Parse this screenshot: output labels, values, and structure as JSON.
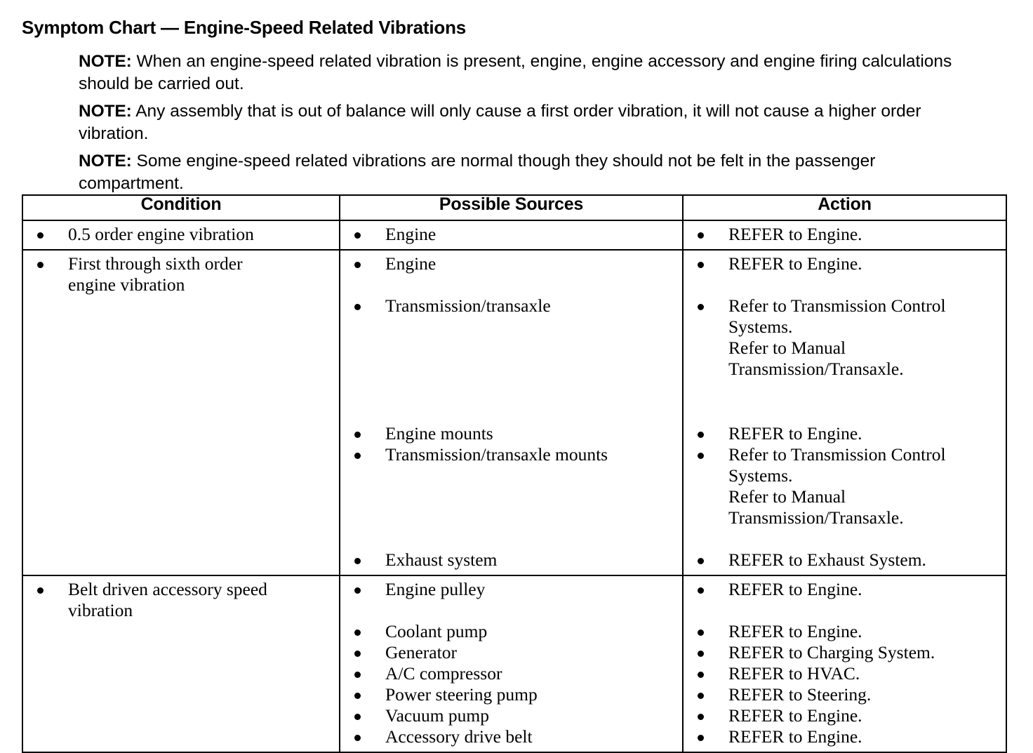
{
  "title": "Symptom Chart — Engine-Speed Related Vibrations",
  "notes": [
    {
      "label": "NOTE:",
      "text": "When an engine-speed related vibration is present, engine, engine accessory and engine firing calculations should be carried out."
    },
    {
      "label": "NOTE:",
      "text": "Any assembly that is out of balance will only cause a first order vibration, it will not cause a higher order vibration."
    },
    {
      "label": "NOTE:",
      "text": "Some engine-speed related vibrations are normal though they should not be felt in the passenger compartment."
    }
  ],
  "table": {
    "headers": {
      "condition": "Condition",
      "sources": "Possible Sources",
      "action": "Action"
    },
    "rows": [
      {
        "condition": [
          "0.5 order engine vibration"
        ],
        "sources": [
          "Engine"
        ],
        "actions": [
          "REFER to Engine."
        ]
      },
      {
        "condition": [
          "First through sixth order",
          "engine vibration"
        ],
        "sources_groups": [
          {
            "items": [
              "Engine"
            ]
          },
          {
            "items": [
              "Transmission/transaxle"
            ]
          },
          {
            "items": [
              "Engine mounts",
              "Transmission/transaxle mounts"
            ]
          },
          {
            "items": [
              "Exhaust system"
            ]
          }
        ],
        "action_groups": [
          {
            "items": [
              "REFER to Engine."
            ],
            "continuations": []
          },
          {
            "items": [
              "Refer to Transmission Control Systems."
            ],
            "continuations": [
              "Refer to Manual Transmission/Transaxle."
            ]
          },
          {
            "items": [
              "REFER to Engine.",
              "Refer to Transmission Control Systems."
            ],
            "continuations": [
              "Refer to Manual Transmission/Transaxle."
            ]
          },
          {
            "items": [
              "REFER to Exhaust System."
            ],
            "continuations": []
          }
        ]
      },
      {
        "condition": [
          "Belt driven accessory speed",
          "vibration"
        ],
        "sources_groups": [
          {
            "items": [
              "Engine pulley"
            ]
          },
          {
            "items": [
              "Coolant pump",
              "Generator",
              "A/C compressor",
              "Power steering pump",
              "Vacuum pump",
              "Accessory drive belt"
            ]
          }
        ],
        "action_groups": [
          {
            "items": [
              "REFER to Engine."
            ]
          },
          {
            "items": [
              "REFER to Engine.",
              "REFER to Charging System.",
              "REFER to HVAC.",
              "REFER to Steering.",
              "REFER to Engine.",
              "REFER to Engine."
            ]
          }
        ]
      }
    ]
  },
  "colors": {
    "text": "#000000",
    "background": "#ffffff",
    "border": "#000000"
  }
}
